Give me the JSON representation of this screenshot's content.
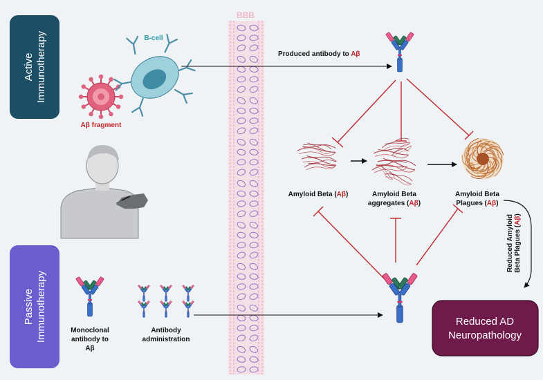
{
  "bbb_label": "BBB",
  "active": {
    "label_line1": "Active",
    "label_line2": "Immunotherapy",
    "bcell_label": "B-cell",
    "fragment_label": "Aβ fragment",
    "produced_text": "Produced antibody to ",
    "produced_highlight": "Aβ"
  },
  "passive": {
    "label_line1": "Passive",
    "label_line2": "Immunotherapy",
    "mono_line1": "Monoclonal",
    "mono_line2": "antibody to",
    "mono_line3": "Aβ",
    "admin_line1": "Antibody",
    "admin_line2": "administration"
  },
  "stages": {
    "ab_text": "Amyloid Beta (",
    "ab_sym": "Aβ",
    "ab_close": ")",
    "agg_line1": "Amyloid Beta",
    "agg_text": "aggregates (",
    "agg_sym": "Aβ",
    "agg_close": ")",
    "plaque_line1": "Amyloid Beta",
    "plaque_text": "Plagues (",
    "plaque_sym": "Aβ",
    "plaque_close": ")"
  },
  "reduced_side": {
    "line1": "Reduced Amyloid",
    "line2_text": "Beta Plagues (",
    "line2_sym": "Aβ",
    "line2_close": ")"
  },
  "outcome": {
    "line1": "Reduced AD",
    "line2": "Neuropathology"
  },
  "colors": {
    "active_box": "#1c4f66",
    "passive_box": "#6a5ecf",
    "outcome_box": "#6e1a4a",
    "inhibit": "#c0262a",
    "bcell": "#9fd1dc",
    "virus": "#e0627c",
    "plaque": "#b8662c"
  },
  "icons": [
    "virus-icon",
    "b-cell-icon",
    "antibody-icon",
    "patient-injection-icon",
    "fiber-icon",
    "plaque-icon"
  ]
}
